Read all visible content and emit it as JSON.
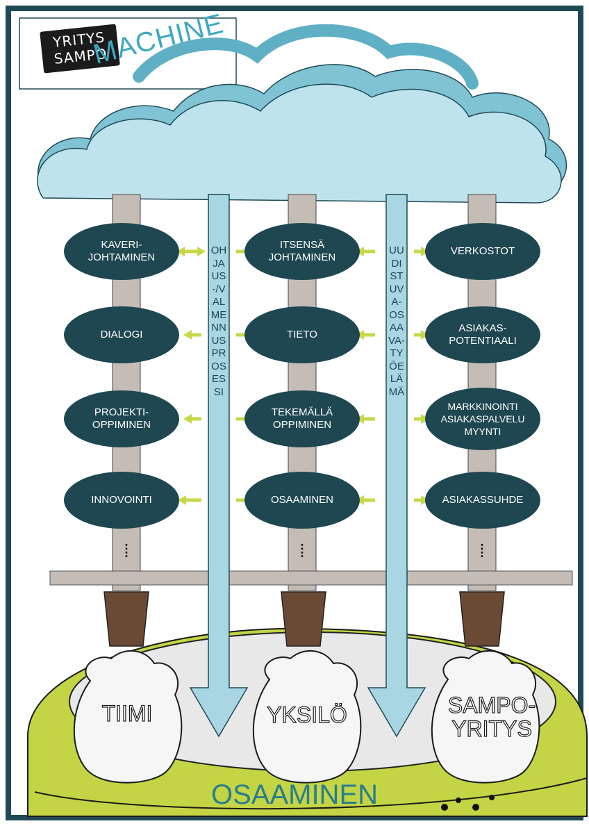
{
  "logo": {
    "line1": "YRITYS",
    "line2": "SAMPO"
  },
  "machine_label": "MACHINE",
  "columns": [
    {
      "items": [
        "KAVERI-\nJOHTAMINEN",
        "DIALOGI",
        "PROJEKTI-\nOPPIMINEN",
        "INNOVOINTI"
      ],
      "continuation": "⁞"
    },
    {
      "items": [
        "ITSENSÄ\nJOHTAMINEN",
        "TIETO",
        "TEKEMÄLLÄ\nOPPIMINEN",
        "OSAAMINEN"
      ],
      "continuation": "⁞"
    },
    {
      "items": [
        "VERKOSTOT",
        "ASIAKAS-\nPOTENTIAALI",
        "MARKKINOINTI\nASIAKASPALVELU\nMYYNTI",
        "ASIAKASSUHDE"
      ],
      "continuation": "⁞"
    }
  ],
  "arrows": {
    "left_text": "OHJAUS-/VALMENNUSPROSESSI",
    "right_text": "UUDISTUVA-OSAAVA-TYÖELÄMÄ"
  },
  "bags": [
    "TIIMI",
    "YKSILÖ",
    "SAMPO-\nYRITYS"
  ],
  "bottom_label": "OSAAMINEN",
  "colors": {
    "border": "#1f4a55",
    "oval": "#1e4752",
    "cloud": "#a9d6e3",
    "pole": "#c5bdb5",
    "arrow": "#a9d6e3",
    "connector": "#c6d84a",
    "base_green": "#c3d544",
    "platform": "#e8e8e8",
    "accent_text": "#2a7c8e"
  }
}
